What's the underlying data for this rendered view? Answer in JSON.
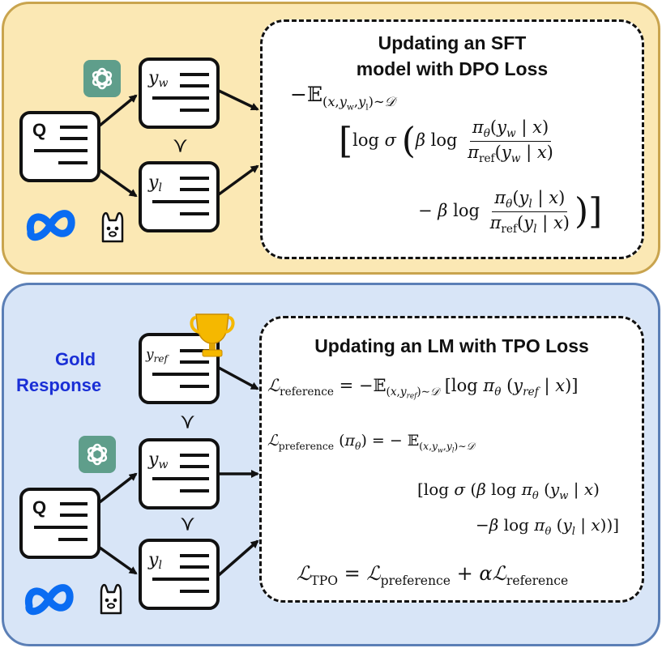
{
  "top": {
    "title_line1": "Updating an SFT",
    "title_line2": "model with DPO Loss",
    "query_label": "Q",
    "response_w": "y_w",
    "response_l": "y_l",
    "preference_symbol": "≻"
  },
  "bottom": {
    "title": "Updating an LM with TPO Loss",
    "gold_label_line1": "Gold",
    "gold_label_line2": "Response",
    "query_label": "Q",
    "response_ref": "y_ref",
    "response_w": "y_w",
    "response_l": "y_l",
    "preference_symbol": "≻"
  },
  "icons": [
    "openai-logo-icon",
    "meta-logo-icon",
    "llama-icon",
    "trophy-icon"
  ],
  "colors": {
    "top_panel_bg": "#fbe8b4",
    "top_panel_border": "#c9a44e",
    "bottom_panel_bg": "#d8e5f7",
    "bottom_panel_border": "#5b7fb6",
    "gold_label": "#1a2fd6",
    "openai_green": "#5f9e8b",
    "meta_blue": "#0a6cf2",
    "trophy_gold": "#f5b800"
  }
}
